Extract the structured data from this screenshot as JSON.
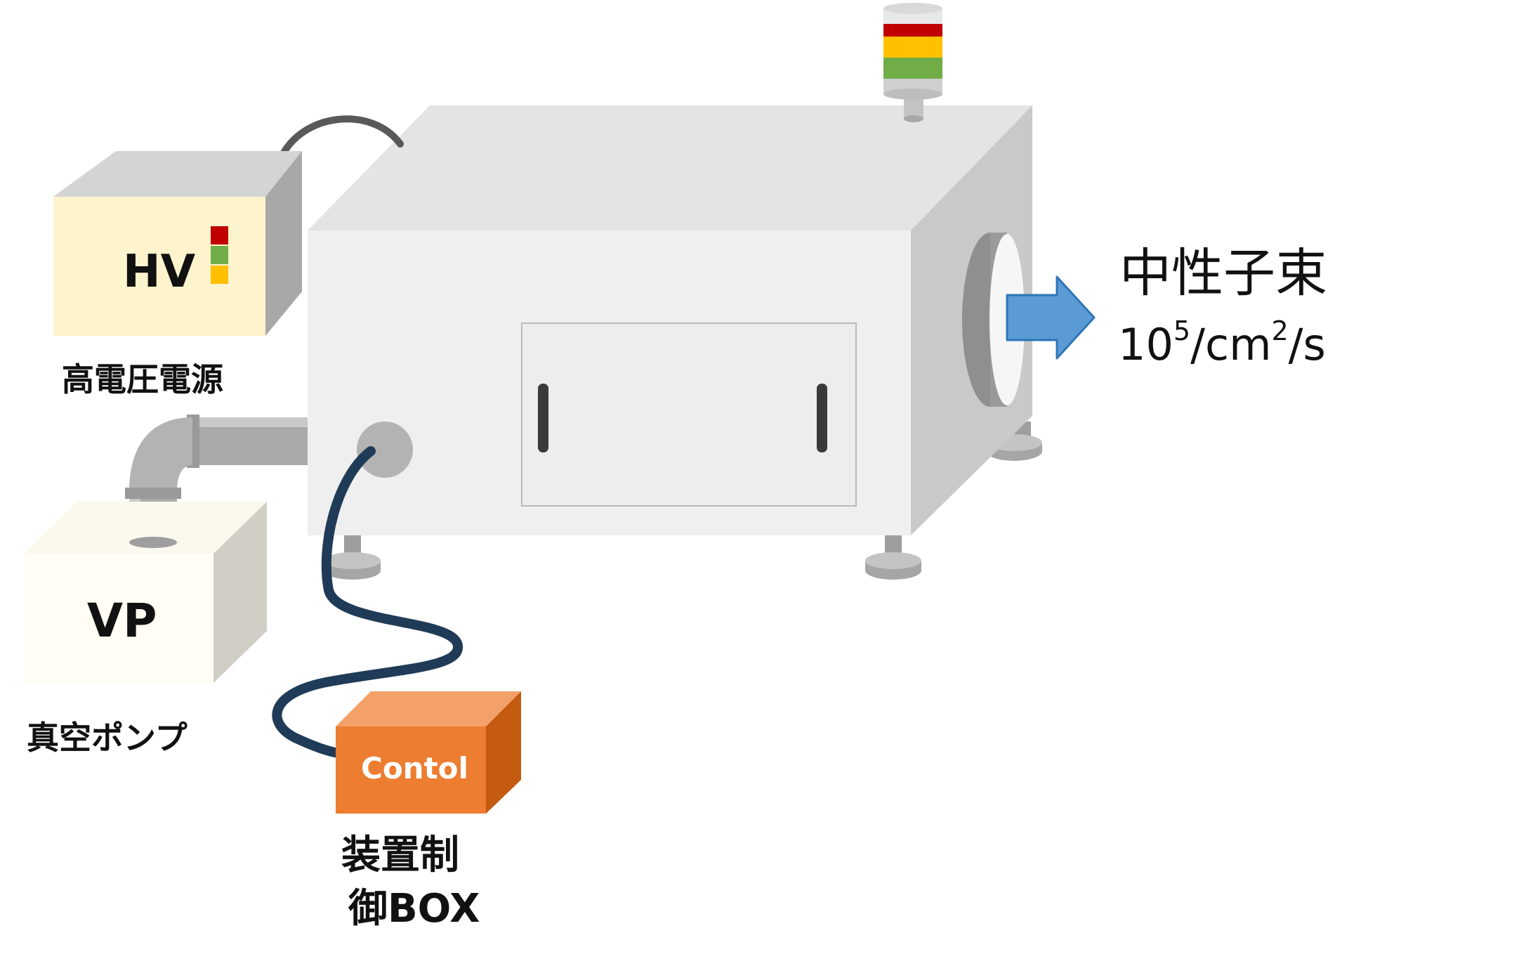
{
  "hv_unit": {
    "front_label": "HV",
    "caption": "高電圧電源",
    "indicator_colors": [
      "#c00000",
      "#70ad47",
      "#ffc000"
    ]
  },
  "vp_unit": {
    "front_label": "VP",
    "caption": "真空ポンプ"
  },
  "control_box": {
    "front_label": "Contol",
    "caption_line1": "装置制",
    "caption_line2": "御BOX"
  },
  "output": {
    "title": "中性子束",
    "flux_base": "10",
    "flux_exp": "5",
    "flux_unit_a": "/cm",
    "flux_unit_exp": "2",
    "flux_unit_b": "/s"
  },
  "signal_tower": {
    "colors": [
      "#c00000",
      "#ffc000",
      "#70ad47"
    ]
  },
  "colors": {
    "chamber_face": "#efefef",
    "chamber_side": "#c9c9c9",
    "hv_face": "#fdf3cc",
    "vp_face": "#fffdf4",
    "control_face": "#ed7d31",
    "control_top": "#f4a169",
    "control_side": "#c55a11",
    "cable_blue": "#1f3b57",
    "arrow_blue": "#5b9bd5"
  }
}
